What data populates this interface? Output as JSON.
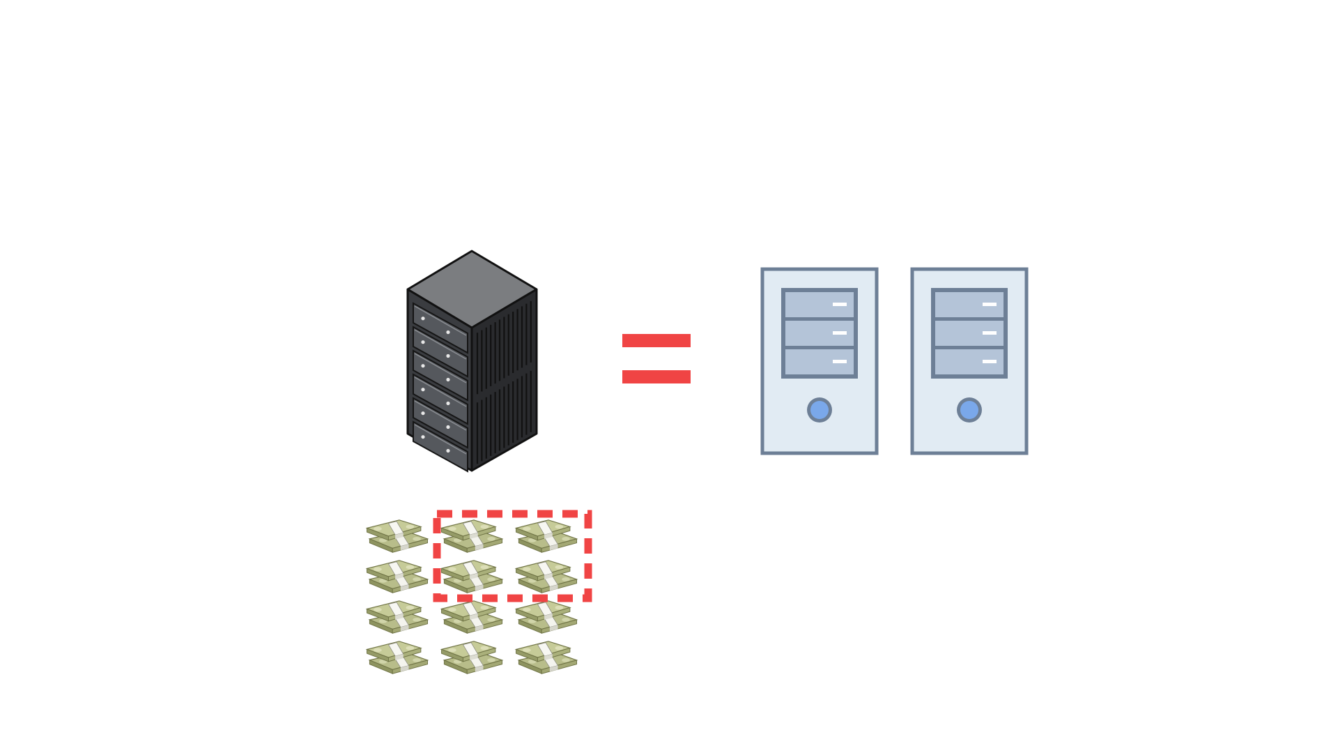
{
  "scene": {
    "background": "#ffffff",
    "left": {
      "rack_server_icon": "rack-server-icon",
      "money_stack_icon": "money-stack-icon",
      "money_grid": {
        "rows": 4,
        "cols": 3,
        "highlighted_count": 4
      },
      "highlight_color": "#f04444"
    },
    "operator": {
      "symbol": "=",
      "color": "#f04444"
    },
    "right": {
      "tower_server_icon": "tower-server-icon",
      "tower_count": 2,
      "tower_fill": "#e1ebf3",
      "tower_stroke": "#6d7f96",
      "drive_fill": "#b4c4d8",
      "power_button_color": "#7aa8ea"
    }
  }
}
